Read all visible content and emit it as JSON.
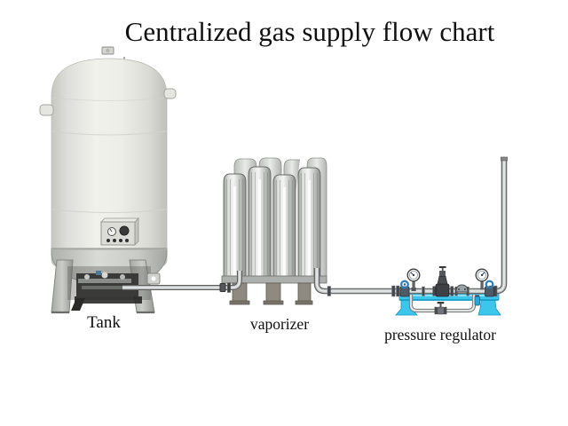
{
  "title": "Centralized gas supply flow chart",
  "labels": {
    "tank": "Tank",
    "vaporizer": "vaporizer",
    "pressure_regulator": "pressure regulator"
  },
  "colors": {
    "accent_cyan": "#3cc6ec",
    "background": "#ffffff"
  }
}
